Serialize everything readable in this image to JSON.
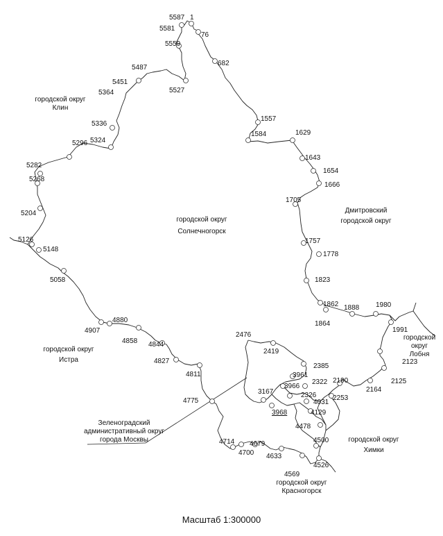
{
  "scale_text": "Масштаб 1:300000",
  "regions": {
    "klin_1": "городской округ",
    "klin_2": "Клин",
    "istra_1": "городской округ",
    "istra_2": "Истра",
    "solnech_1": "городской округ",
    "solnech_2": "Солнечногорск",
    "dmitrov_1": "Дмитровский",
    "dmitrov_2": "городской округ",
    "lobnya_1": "городской",
    "lobnya_2": "округ",
    "lobnya_3": "Лобня",
    "zelenograd_1": "Зеленоградский",
    "zelenograd_2": "административный округ",
    "zelenograd_3": "города Москвы",
    "khimki_1": "городской округ",
    "khimki_2": "Химки",
    "krasnogorsk_1": "городской округ",
    "krasnogorsk_2": "Красногорск"
  },
  "points": {
    "p5587": "5587",
    "p1": "1",
    "p5581": "5581",
    "p76": "76",
    "p5559": "5559",
    "p682": "682",
    "p5487": "5487",
    "p5451": "5451",
    "p5364": "5364",
    "p5527": "5527",
    "p1557": "1557",
    "p1584": "1584",
    "p1629": "1629",
    "p5336": "5336",
    "p5324": "5324",
    "p5296": "5296",
    "p1643": "1643",
    "p1654": "1654",
    "p5282": "5282",
    "p5268": "5268",
    "p1666": "1666",
    "p1705": "1705",
    "p5204": "5204",
    "p5126": "5126",
    "p5148": "5148",
    "p1757": "1757",
    "p1778": "1778",
    "p5058": "5058",
    "p1823": "1823",
    "p1862": "1862",
    "p1888": "1888",
    "p1980": "1980",
    "p1864": "1864",
    "p4880": "4880",
    "p4907": "4907",
    "p1991": "1991",
    "p4858": "4858",
    "p4844": "4844",
    "p2476": "2476",
    "p2419": "2419",
    "p2123": "2123",
    "p4827": "4827",
    "p2385": "2385",
    "p3961": "3961",
    "p2125": "2125",
    "p4811": "4811",
    "p2322": "2322",
    "p2190": "2190",
    "p3966": "3966",
    "p2164": "2164",
    "p3167": "3167",
    "p2326": "2326",
    "p2253": "2253",
    "p4775": "4775",
    "p4031": "4031",
    "p3968": "3968",
    "p4129": "4129",
    "p4478": "4478",
    "p4714": "4714",
    "p4679": "4679",
    "p4500": "4500",
    "p4700": "4700",
    "p4633": "4633",
    "p4526": "4526",
    "p4569": "4569"
  }
}
